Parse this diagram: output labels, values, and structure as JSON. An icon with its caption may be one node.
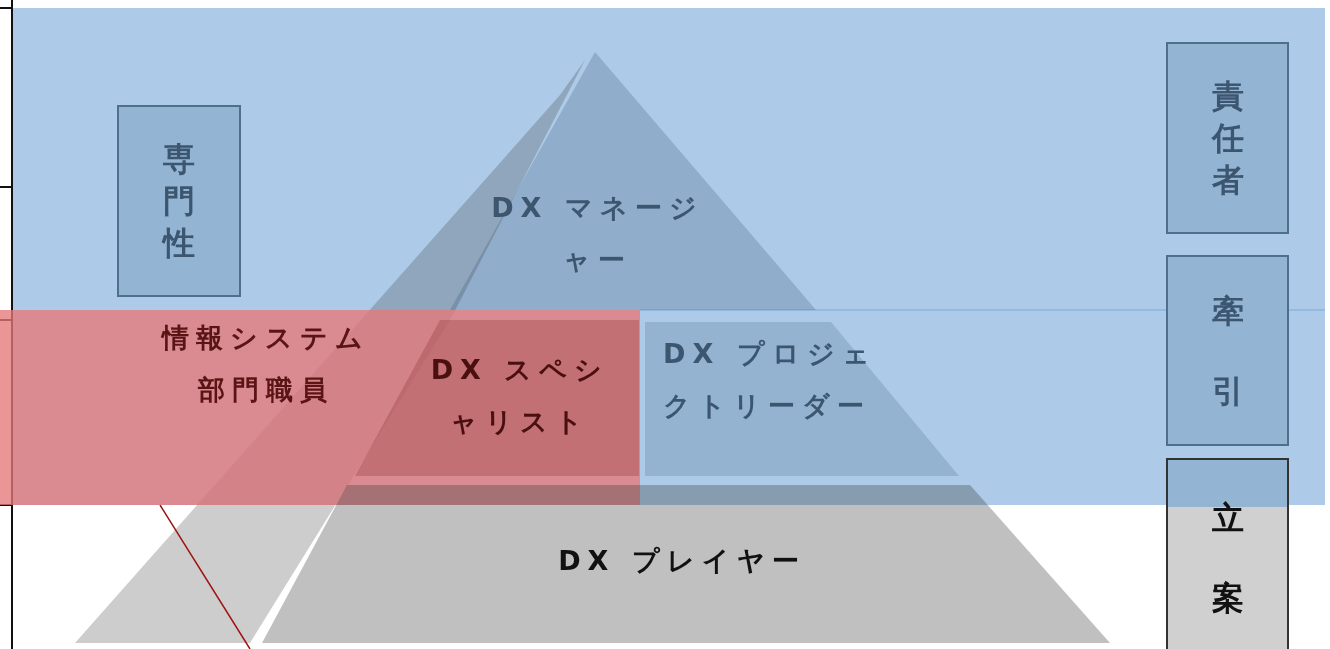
{
  "diagram": {
    "nodes": [
      {
        "text": [
          "専門性"
        ]
      },
      {
        "text": [
          "DX マネージャー"
        ]
      },
      {
        "text": [
          "情報システム部門職員"
        ]
      },
      {
        "text": [
          "DX スペシャリスト"
        ],
        "in": 2
      },
      {
        "text": [
          "DX プロジェクトリーダー"
        ]
      },
      {
        "text": [
          "DX プレイヤー"
        ]
      },
      {
        "text": [
          "責任者"
        ]
      },
      {
        "text": [
          "牽引"
        ]
      },
      {
        "text": [
          "立案"
        ]
      }
    ]
  }
}
